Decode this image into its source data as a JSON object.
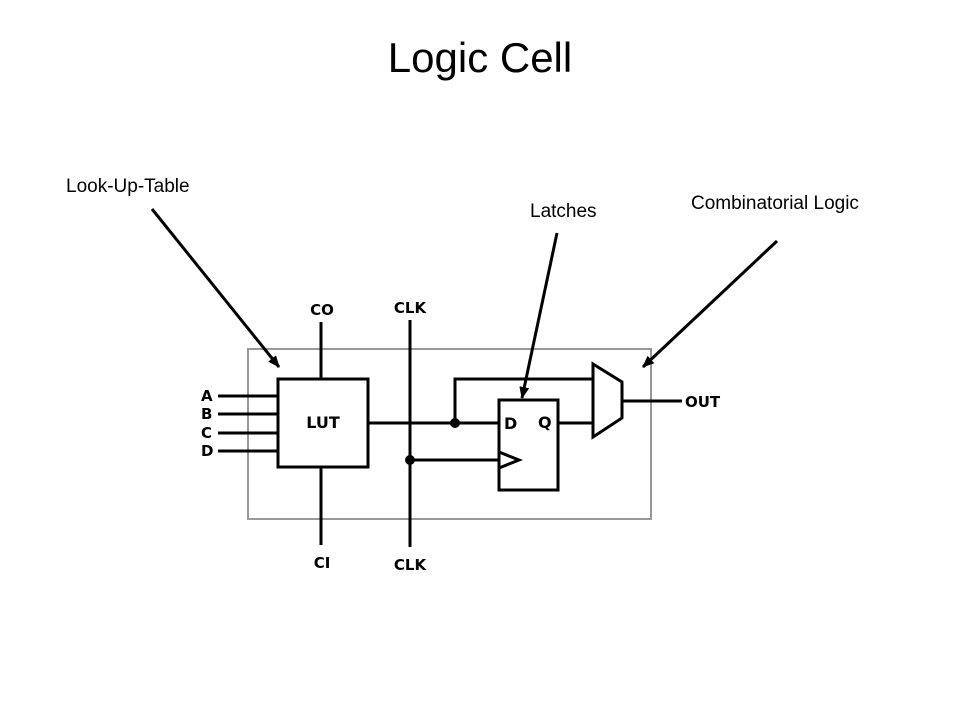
{
  "title": "Logic Cell",
  "callouts": {
    "lut": "Look-Up-Table",
    "latches": "Latches",
    "combinatorial": "Combinatorial Logic"
  },
  "diagram": {
    "inputs": [
      "A",
      "B",
      "C",
      "D"
    ],
    "lut_label": "LUT",
    "carry_out": "CO",
    "carry_in": "CI",
    "clk_top": "CLK",
    "clk_bottom": "CLK",
    "ff_d": "D",
    "ff_q": "Q",
    "output": "OUT"
  }
}
